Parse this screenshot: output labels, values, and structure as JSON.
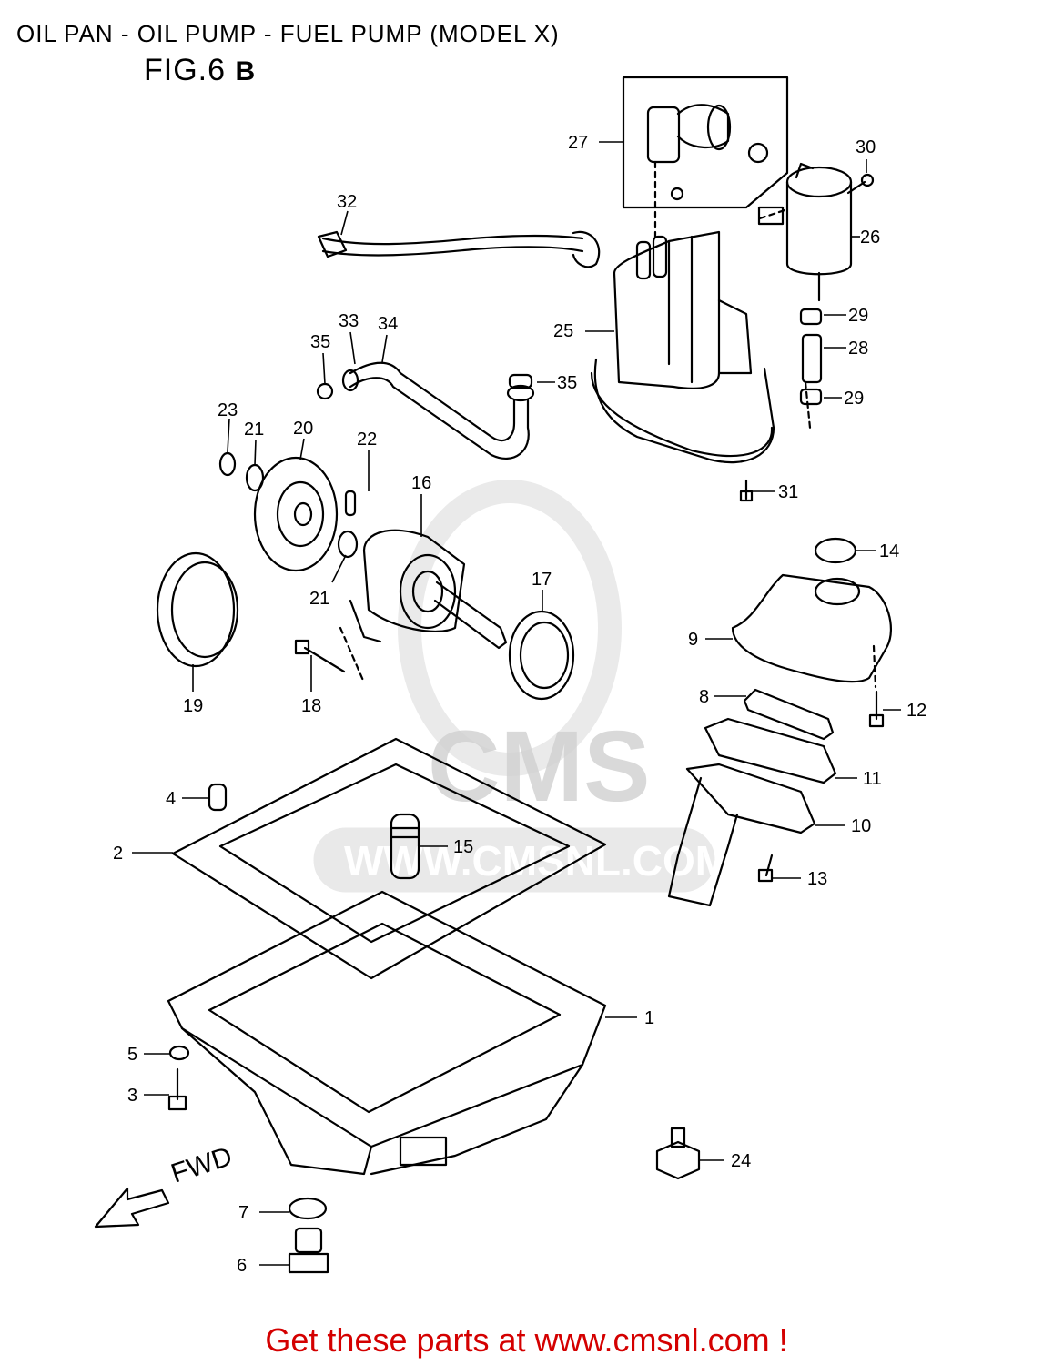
{
  "header": {
    "title": "OIL PAN - OIL PUMP - FUEL PUMP (MODEL X)",
    "figure_label": "FIG.6",
    "figure_suffix": "B"
  },
  "watermark": {
    "brand": "CMS",
    "url": "WWW.CMSNL.COM",
    "color": "#cfcfcf"
  },
  "direction_label": "FWD",
  "callouts": [
    "1",
    "2",
    "3",
    "4",
    "5",
    "6",
    "7",
    "8",
    "9",
    "10",
    "11",
    "12",
    "13",
    "14",
    "15",
    "16",
    "17",
    "18",
    "19",
    "20",
    "21",
    "21",
    "22",
    "23",
    "24",
    "25",
    "26",
    "27",
    "28",
    "29",
    "29",
    "30",
    "31",
    "32",
    "33",
    "34",
    "35",
    "35"
  ],
  "footer": {
    "link_text": "Get these parts at www.cmsnl.com !",
    "color": "#d40000"
  }
}
